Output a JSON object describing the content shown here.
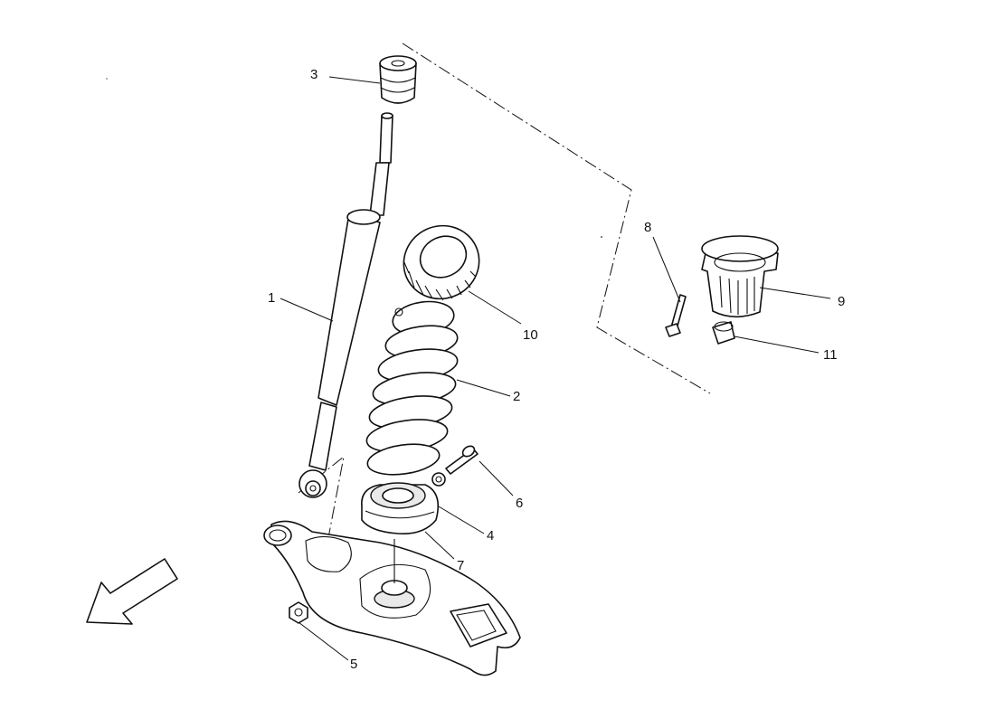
{
  "diagram": {
    "callouts": [
      "1",
      "2",
      "3",
      "4",
      "5",
      "6",
      "7",
      "8",
      "9",
      "10",
      "11"
    ],
    "direction_arrow": "front-direction-arrow-icon"
  }
}
